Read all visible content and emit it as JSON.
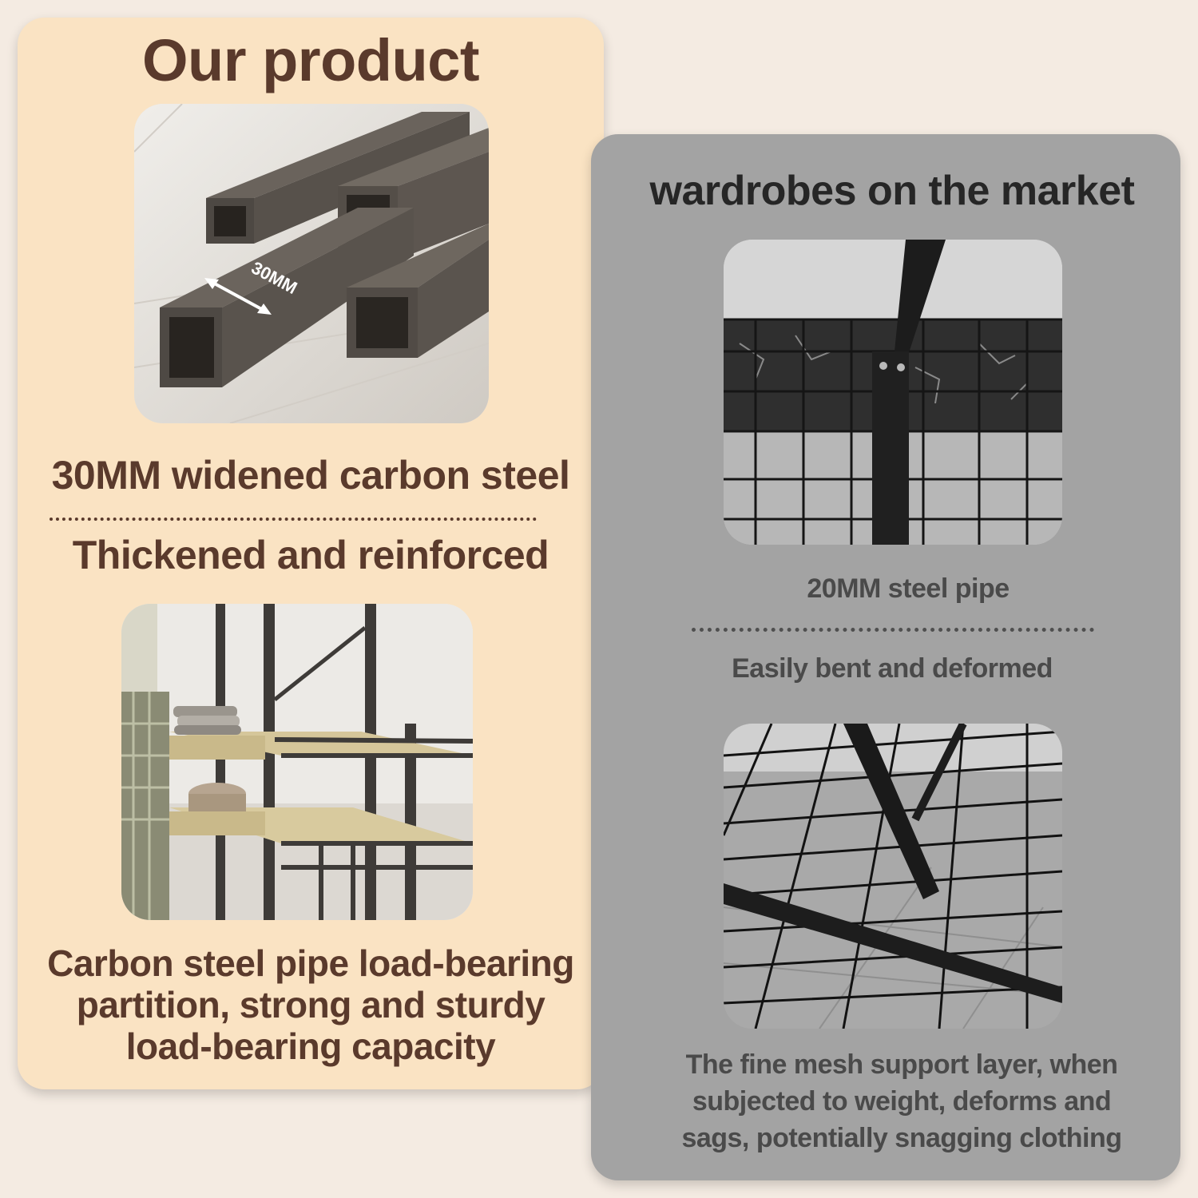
{
  "left": {
    "heading": "Our product",
    "caption1": "30MM widened carbon steel",
    "caption2": "Thickened and reinforced",
    "tube_label": "30MM",
    "caption3_lines": [
      "Carbon steel pipe load-bearing",
      "partition, strong and sturdy",
      "load-bearing capacity"
    ]
  },
  "right": {
    "heading": "wardrobes on the market",
    "caption1": "20MM steel pipe",
    "caption2": "Easily bent and deformed",
    "caption3_lines": [
      "The fine mesh support layer, when",
      "subjected to weight, deforms and",
      "sags, potentially snagging clothing"
    ]
  },
  "colors": {
    "left_panel": "#fae3c3",
    "right_panel": "#a3a3a3",
    "background": "#f4ebe2",
    "heading_brown": "#5a3a2c"
  }
}
